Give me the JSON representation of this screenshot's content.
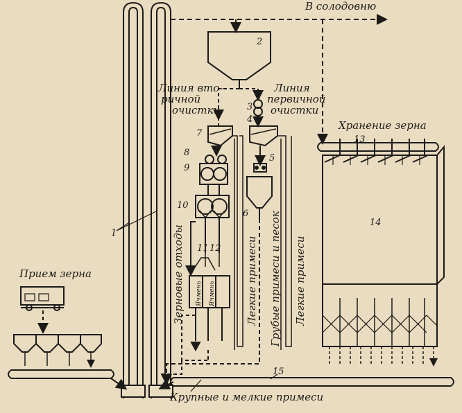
{
  "labels": {
    "malthouse": "В солодовню",
    "grain_intake": "Прием зерна",
    "grain_storage": "Хранение зерна",
    "secondary_line_1": "Линия вто-",
    "secondary_line_2": "ричной",
    "secondary_line_3": "очистки",
    "primary_line_1": "Линия",
    "primary_line_2": "первичной",
    "primary_line_3": "очистки",
    "grain_waste": "Зерновые отходы",
    "light_impurities_a": "Легкие примеси",
    "coarse_impurities": "Грубые примеси и песок",
    "light_impurities_b": "Легкие примеси",
    "large_small_impurities": "Крупные и мелкие примеси",
    "bin_text_1": "Ячмень",
    "bin_text_2": "Ячмень"
  },
  "numbers": {
    "n1": "1",
    "n2": "2",
    "n3": "3",
    "n4": "4",
    "n5": "5",
    "n6": "6",
    "n7": "7",
    "n8": "8",
    "n9": "9",
    "n10": "10",
    "n11": "11",
    "n12": "12",
    "n13": "13",
    "n14": "14",
    "n15": "15"
  }
}
